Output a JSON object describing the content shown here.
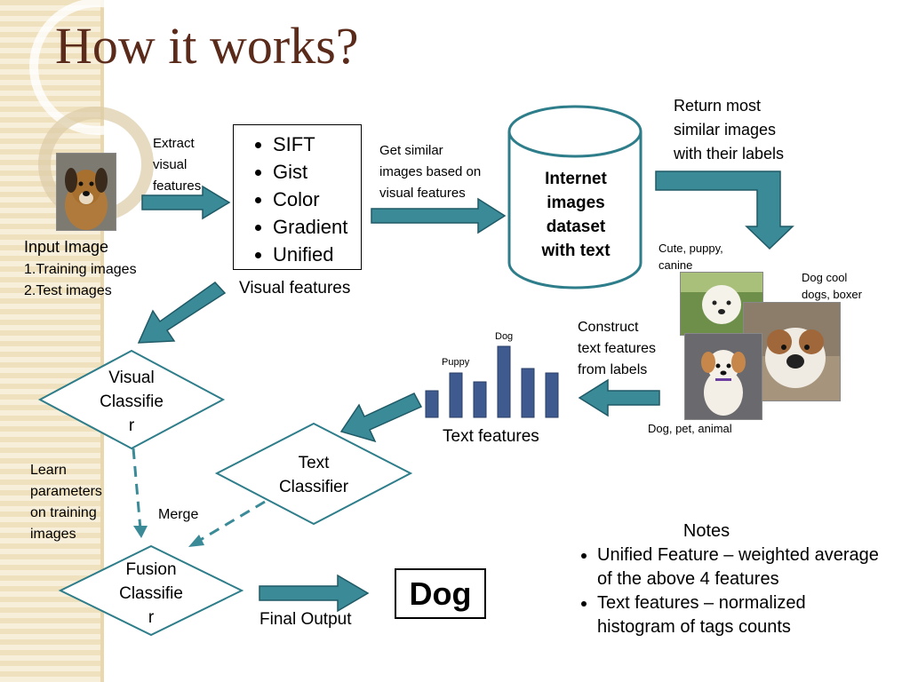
{
  "title": "How it works?",
  "input": {
    "title": "Input Image",
    "item1": "1.Training images",
    "item2": "2.Test images"
  },
  "extract_label": [
    "Extract",
    "visual",
    "features"
  ],
  "features": {
    "items": [
      "SIFT",
      "Gist",
      "Color",
      "Gradient",
      "Unified"
    ],
    "caption": "Visual features"
  },
  "get_similar": [
    "Get similar",
    "images based on",
    "visual features"
  ],
  "dataset": [
    "Internet",
    "images",
    "dataset",
    "with text"
  ],
  "return_label": [
    "Return most",
    "similar images",
    "with their labels"
  ],
  "tags": {
    "t1": [
      "Cute, puppy,",
      "canine"
    ],
    "t2": [
      "Dog cool",
      "dogs, boxer"
    ],
    "t3": "Dog, pet, animal"
  },
  "construct_label": [
    "Construct",
    "text features",
    "from labels"
  ],
  "histogram": {
    "label_dog": "Dog",
    "label_puppy": "Puppy",
    "caption": "Text features",
    "values": [
      3,
      5,
      4,
      8,
      5.5,
      5
    ]
  },
  "visual_classifier": [
    "Visual",
    "Classifie",
    "r"
  ],
  "text_classifier": [
    "Text",
    "Classifier"
  ],
  "learn_label": [
    "Learn",
    "parameters",
    "on training",
    "images"
  ],
  "merge_label": "Merge",
  "fusion_classifier": [
    "Fusion",
    "Classifie",
    "r"
  ],
  "final_output": "Final Output",
  "output": "Dog",
  "notes": {
    "title": "Notes",
    "items": [
      [
        "Unified Feature – weighted average",
        "of the above 4 features"
      ],
      [
        "Text features – normalized",
        "histogram of tags counts"
      ]
    ]
  },
  "colors": {
    "arrow": "#3a8a98",
    "arrow_stroke": "#1f5a66",
    "diamond": "#2e7d8a",
    "bar": "#3f5a8f",
    "title": "#5a2a1a"
  }
}
